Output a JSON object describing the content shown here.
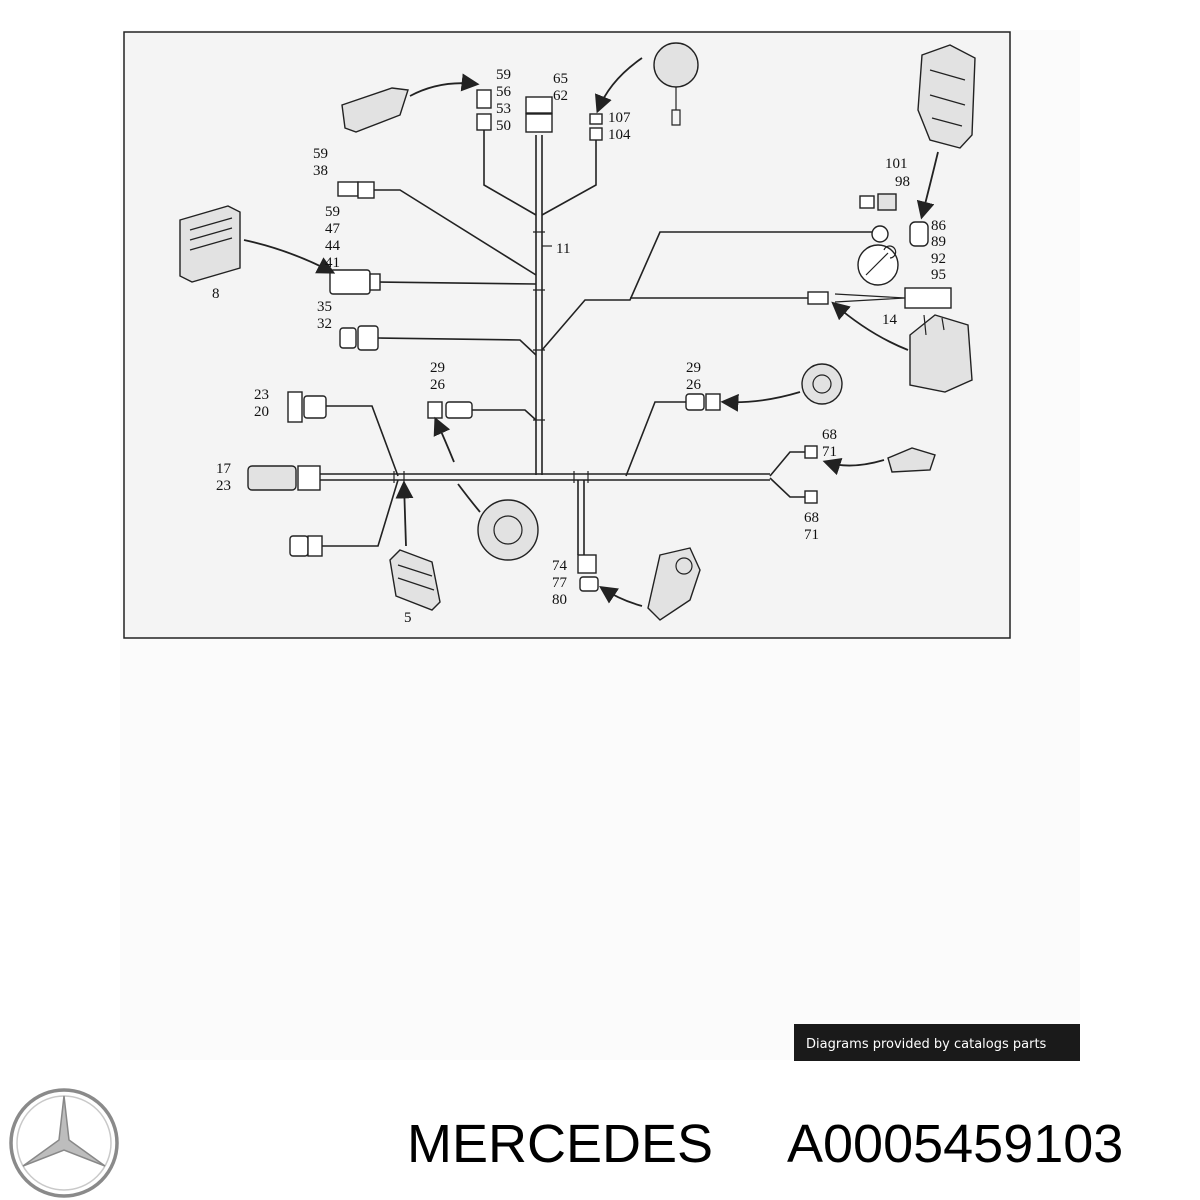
{
  "diagram": {
    "labels": {
      "c59_38": [
        "59",
        "38"
      ],
      "c59_56": [
        "59",
        "56",
        "53",
        "50"
      ],
      "c65_62": [
        "65",
        "62"
      ],
      "c107": [
        "107",
        "104"
      ],
      "c101": [
        "101",
        "98"
      ],
      "c86": [
        "86",
        "89",
        "92",
        "95"
      ],
      "c59_47": [
        "59",
        "47",
        "44",
        "41"
      ],
      "c8": "8",
      "c11": "11",
      "c14": "14",
      "c35": [
        "35",
        "32"
      ],
      "c29a": [
        "29",
        "26"
      ],
      "c29b": [
        "29",
        "26"
      ],
      "c23_20": [
        "23",
        "20"
      ],
      "c17_23": [
        "17",
        "23"
      ],
      "c68a": [
        "68",
        "71"
      ],
      "c68b": [
        "68",
        "71"
      ],
      "c74": [
        "74",
        "77",
        "80"
      ],
      "c5": "5"
    },
    "credit": "Diagrams provided by catalogs parts"
  },
  "footer": {
    "brand": "MERCEDES",
    "part_number": "A0005459103",
    "logo": "mercedes-star-logo"
  }
}
